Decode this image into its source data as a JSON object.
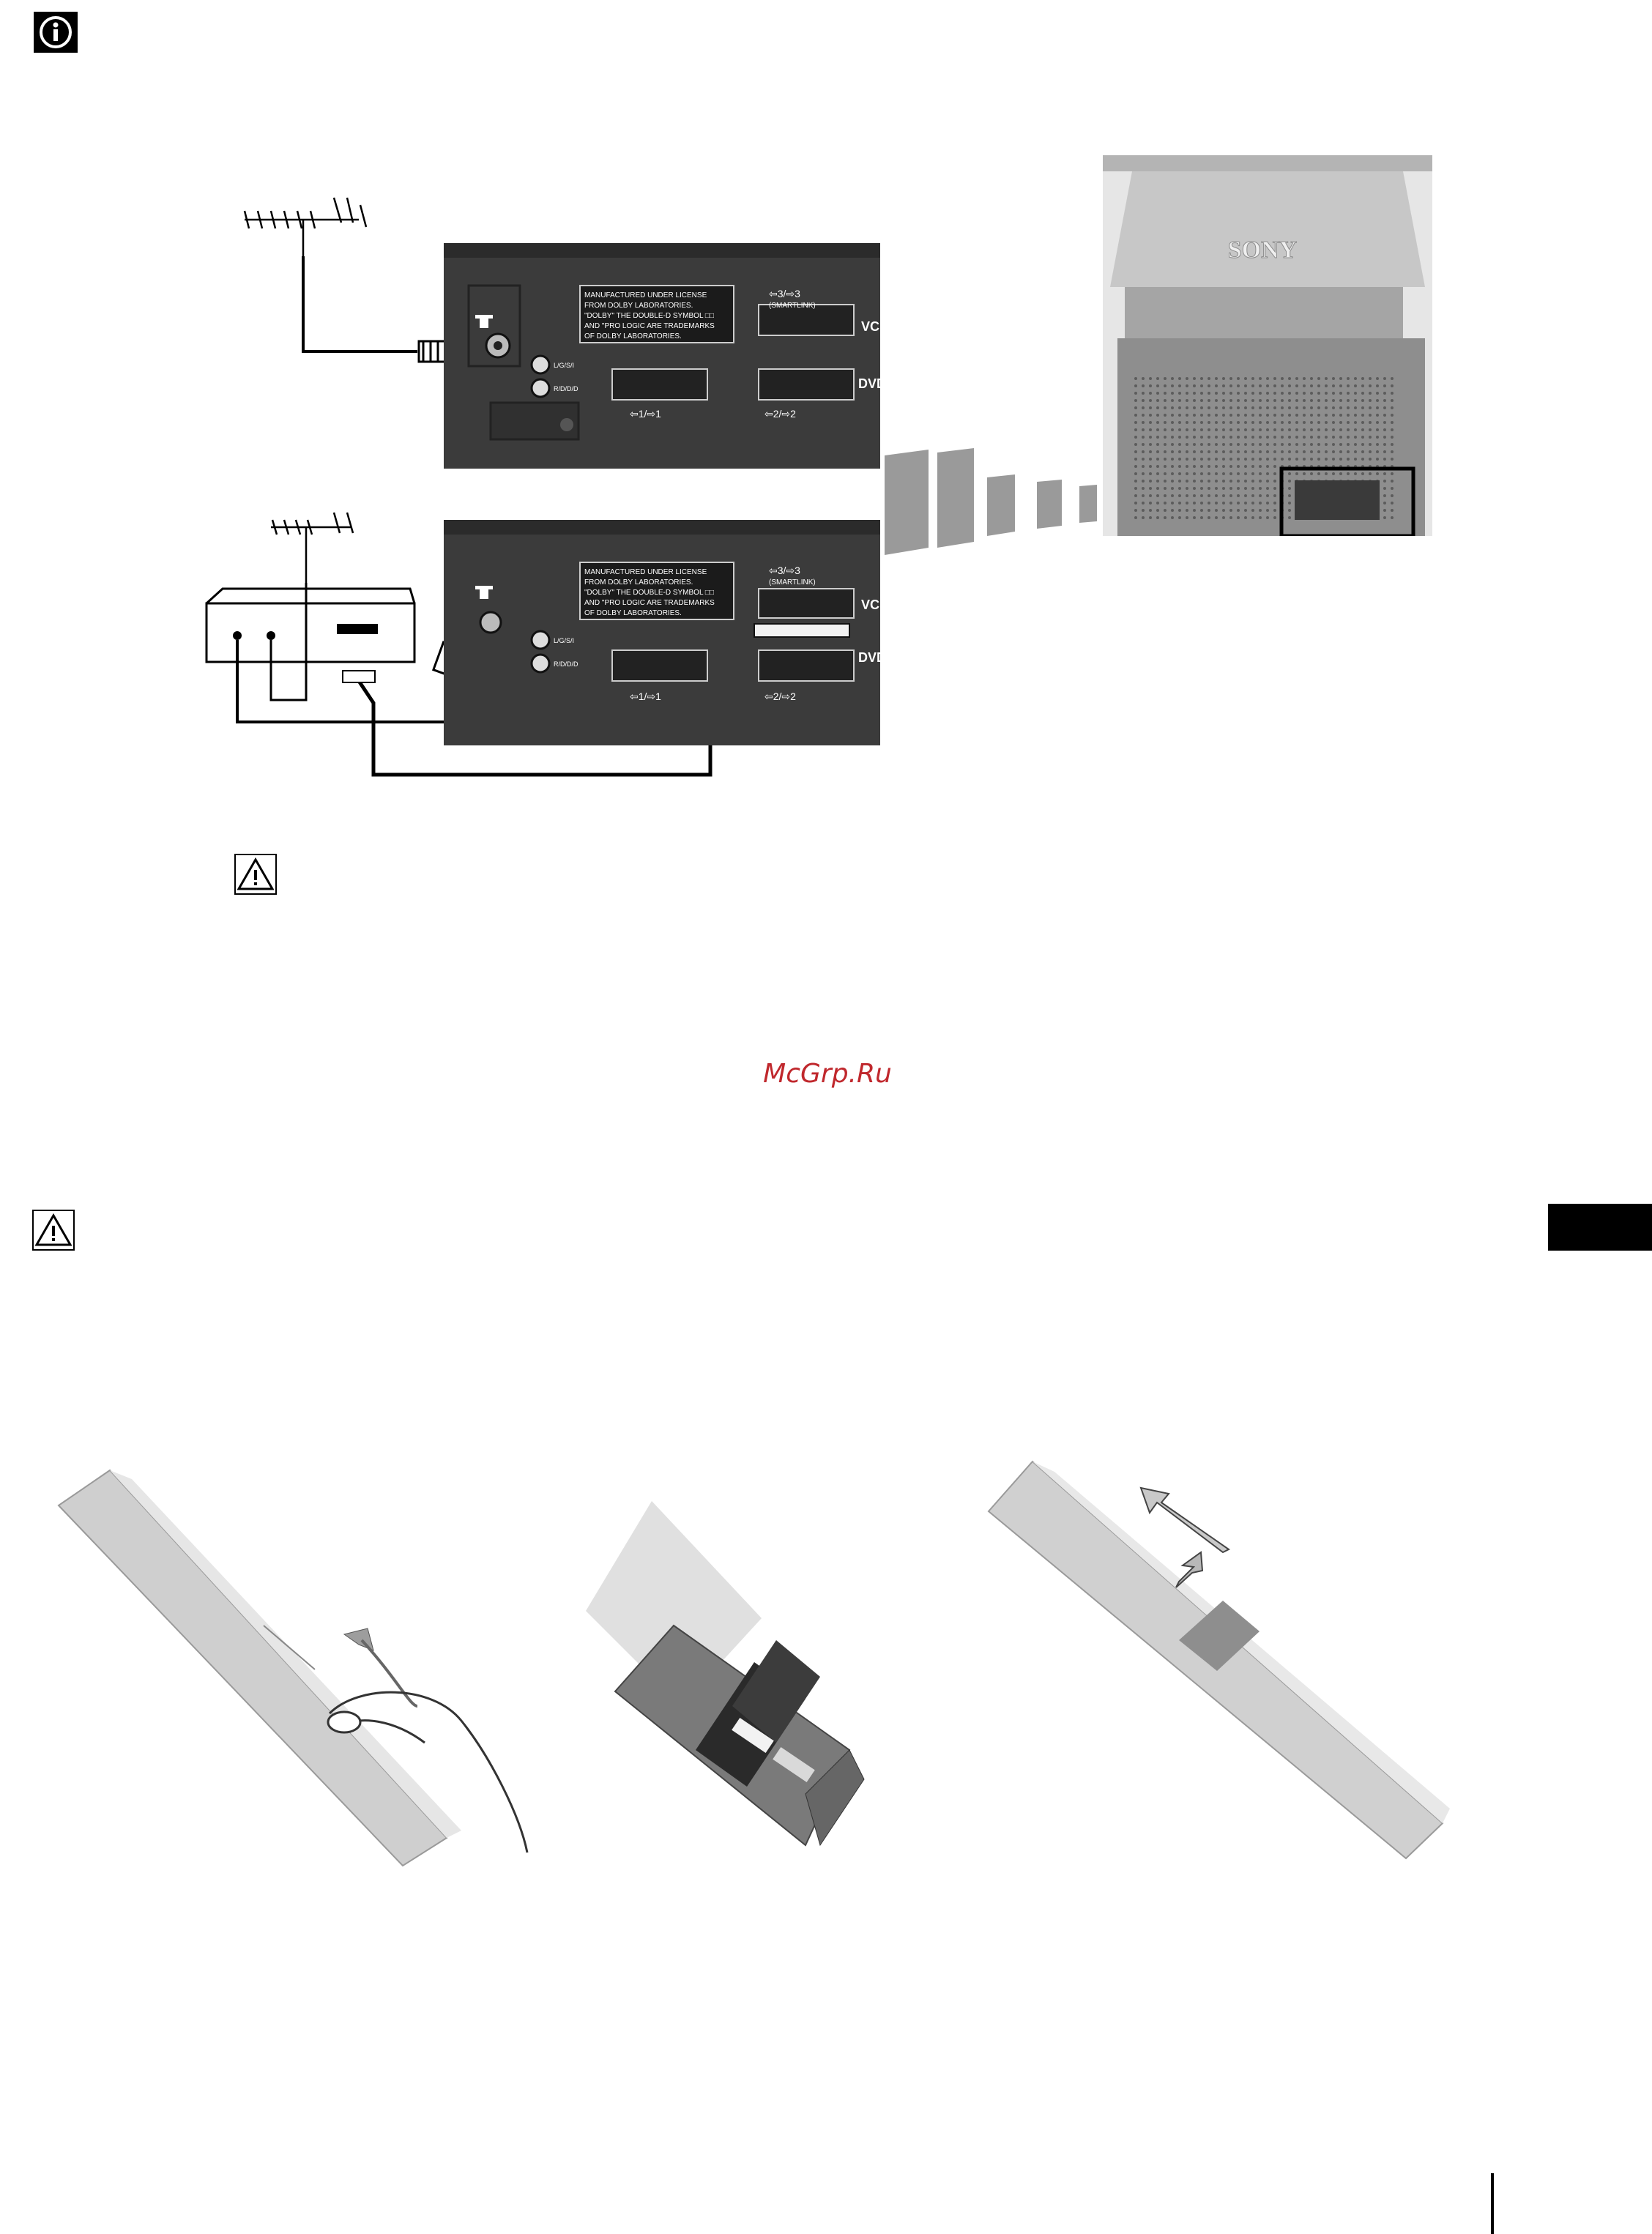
{
  "top_connection": {
    "panel_notice": [
      "MANUFACTURED UNDER LICENSE",
      "FROM DOLBY LABORATORIES.",
      "\"DOLBY\" THE DOUBLE-D SYMBOL □□",
      "AND \"PRO LOGIC ARE TRADEMARKS",
      "OF DOLBY LABORATORIES."
    ],
    "scart3_label": "⇦3/⇨3",
    "smartlink_label": "(SMARTLINK)",
    "vcr_label": "VCR",
    "dvd_label": "DVD",
    "scart1_label": "⇦1/⇨1",
    "scart2_label": "⇦2/⇨2",
    "audio_labels": [
      "L/G/S/I",
      "R/D/D/D"
    ]
  },
  "tv": {
    "brand": "SONY"
  },
  "watermark": "McGrp.Ru",
  "icons": {
    "info": "info-icon",
    "warning": "warning-icon"
  }
}
